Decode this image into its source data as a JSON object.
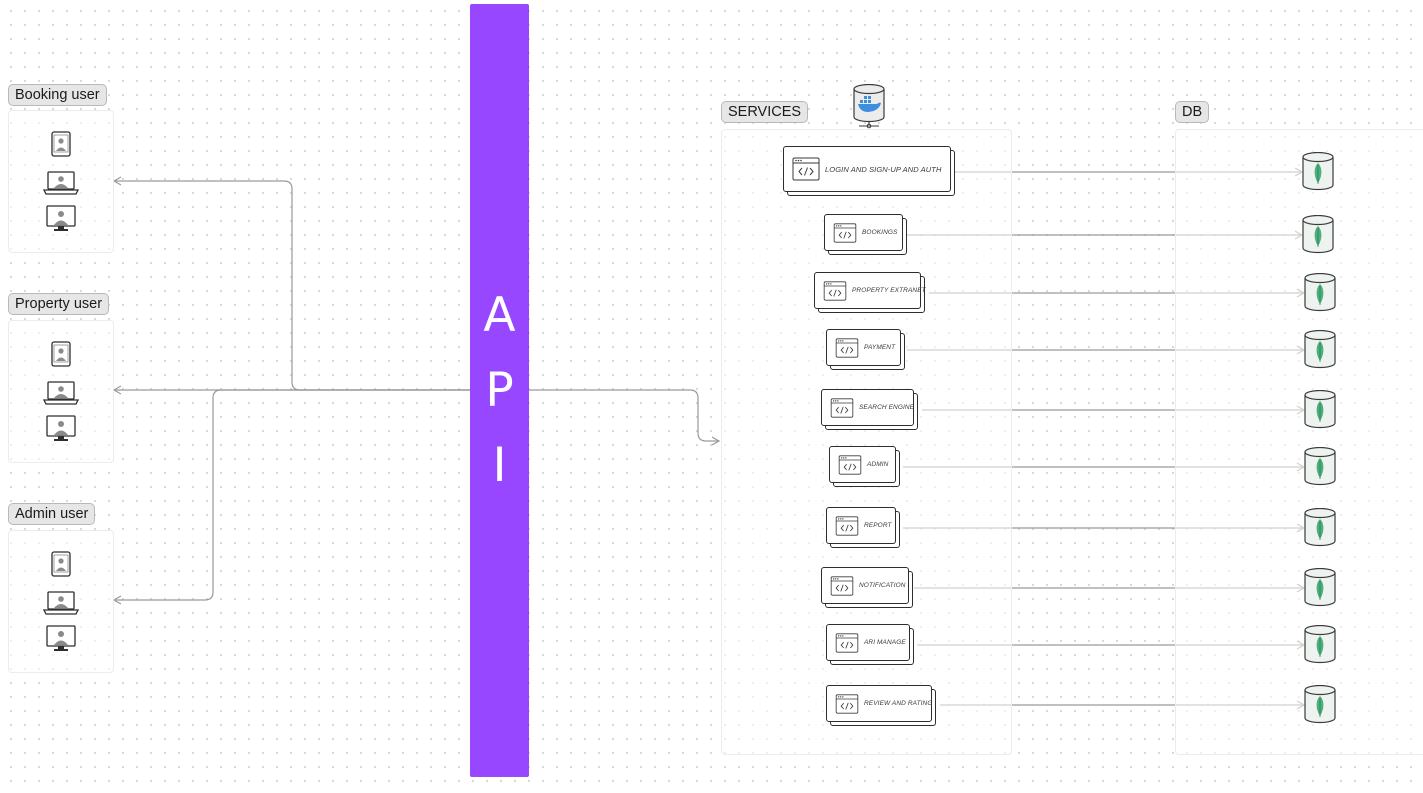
{
  "user_groups": [
    {
      "label": "Booking user"
    },
    {
      "label": "Property user"
    },
    {
      "label": "Admin user"
    }
  ],
  "api": {
    "letters": [
      "A",
      "P",
      "I"
    ],
    "color": "#9747ff"
  },
  "services_section": {
    "label": "SERVICES"
  },
  "db_section": {
    "label": "DB"
  },
  "services": [
    {
      "label": "LOGIN AND SIGN-UP AND AUTH"
    },
    {
      "label": "BOOKINGS"
    },
    {
      "label": "PROPERTY EXTRANET"
    },
    {
      "label": "PAYMENT"
    },
    {
      "label": "SEARCH ENGINE"
    },
    {
      "label": "ADMIN"
    },
    {
      "label": "REPORT"
    },
    {
      "label": "NOTIFICATION"
    },
    {
      "label": "ARI MANAGE"
    },
    {
      "label": "REVIEW AND RATING"
    }
  ],
  "icons": {
    "user_devices": [
      "mobile-phone-icon",
      "laptop-icon",
      "desktop-monitor-icon"
    ],
    "service": "code-window-icon",
    "database": "mongodb-database-icon",
    "container": "docker-icon"
  },
  "colors": {
    "connector": "#9a9a9a",
    "db_leaf": "#4caf7d",
    "device_gray": "#8a8a8a"
  }
}
